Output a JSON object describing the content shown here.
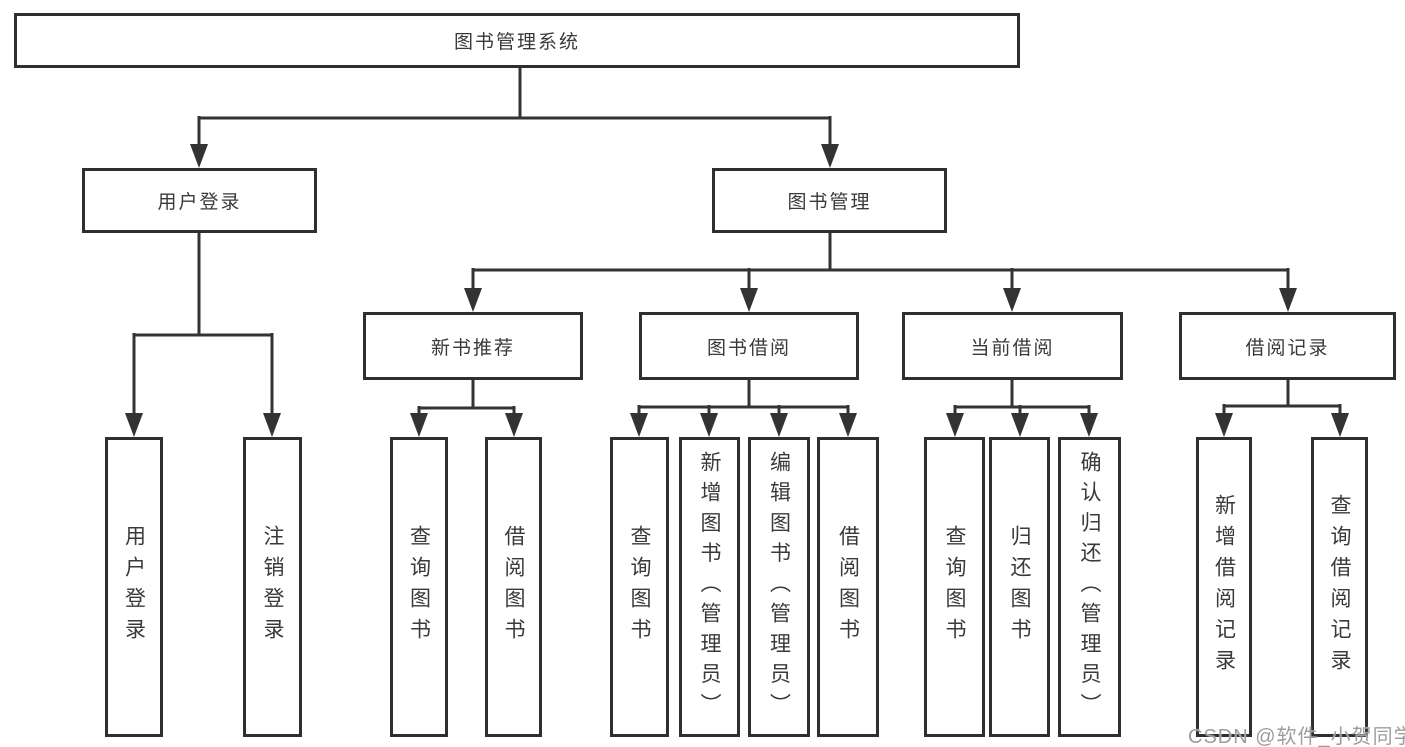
{
  "diagram": {
    "type": "hierarchy-tree",
    "colors": {
      "line": "#333333",
      "box_border": "#2f2f2f",
      "box_fill": "#ffffff",
      "text": "#3a3a3a",
      "watermark_text": "#9d9d9d",
      "background": "#ffffff"
    },
    "tree": {
      "root": {
        "label": "图书管理系统",
        "children": [
          {
            "label": "用户登录",
            "children": [
              {
                "label": "用户登录"
              },
              {
                "label": "注销登录"
              }
            ]
          },
          {
            "label": "图书管理",
            "children": [
              {
                "label": "新书推荐",
                "children": [
                  {
                    "label": "查询图书"
                  },
                  {
                    "label": "借阅图书"
                  }
                ]
              },
              {
                "label": "图书借阅",
                "children": [
                  {
                    "label": "查询图书"
                  },
                  {
                    "label": "新增图书（管理员）"
                  },
                  {
                    "label": "编辑图书（管理员）"
                  },
                  {
                    "label": "借阅图书"
                  }
                ]
              },
              {
                "label": "当前借阅",
                "children": [
                  {
                    "label": "查询图书"
                  },
                  {
                    "label": "归还图书"
                  },
                  {
                    "label": "确认归还（管理员）"
                  }
                ]
              },
              {
                "label": "借阅记录",
                "children": [
                  {
                    "label": "新增借阅记录"
                  },
                  {
                    "label": "查询借阅记录"
                  }
                ]
              }
            ]
          }
        ]
      }
    },
    "watermark": "CSDN @软件_小贺同学"
  }
}
